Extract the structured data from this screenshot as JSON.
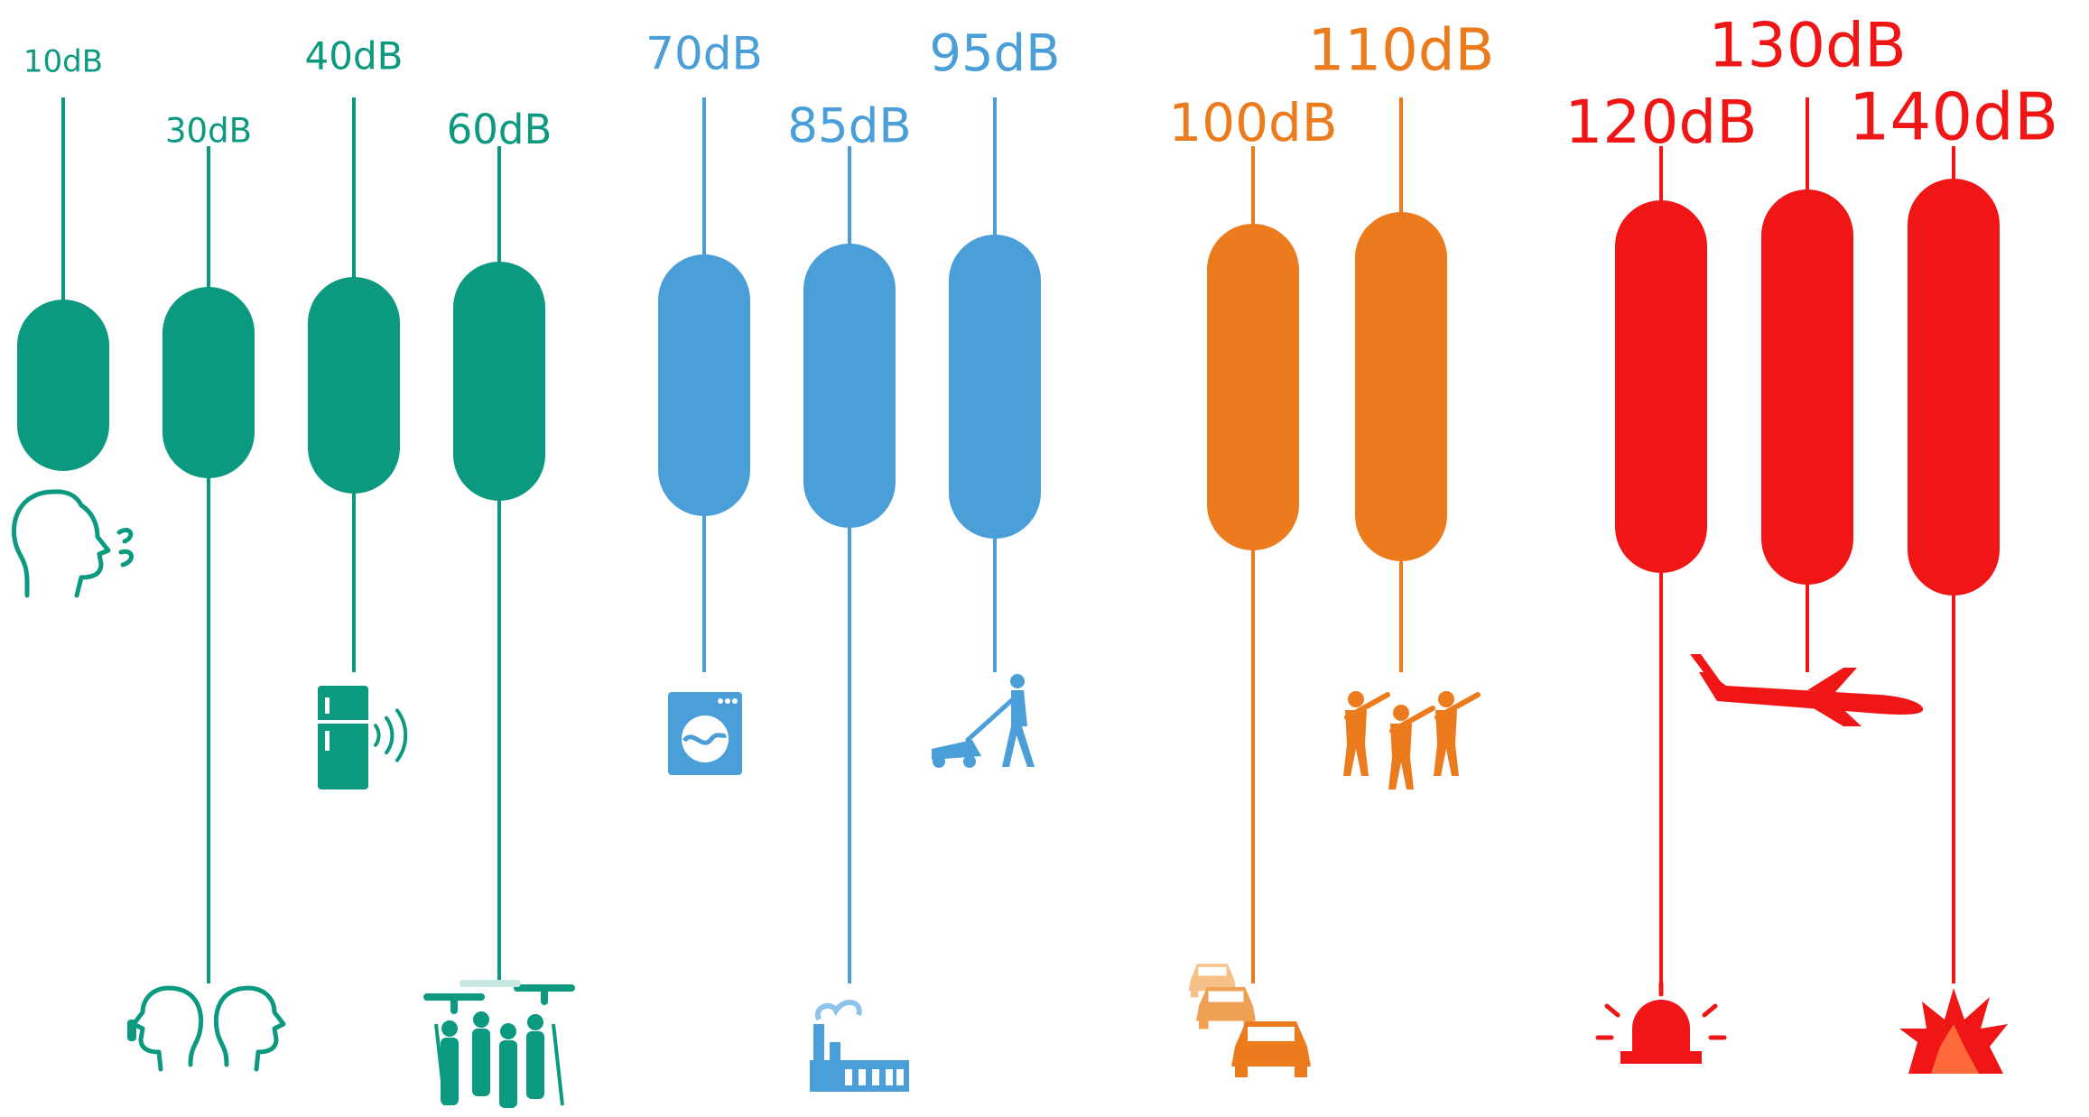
{
  "colors": {
    "quiet": "#0b9980",
    "moderate": "#4b9fd8",
    "loud": "#ec7b1e",
    "danger": "#f01616",
    "background": "#ffffff"
  },
  "levels": [
    {
      "label": "10dB",
      "group": "quiet",
      "icon": "whisper-face-icon"
    },
    {
      "label": "30dB",
      "group": "quiet",
      "icon": "two-faces-talking-icon"
    },
    {
      "label": "40dB",
      "group": "quiet",
      "icon": "refrigerator-hum-icon"
    },
    {
      "label": "60dB",
      "group": "quiet",
      "icon": "crowd-drones-icon"
    },
    {
      "label": "70dB",
      "group": "moderate",
      "icon": "washing-machine-icon"
    },
    {
      "label": "85dB",
      "group": "moderate",
      "icon": "factory-icon"
    },
    {
      "label": "95dB",
      "group": "moderate",
      "icon": "lawn-mower-icon"
    },
    {
      "label": "100dB",
      "group": "loud",
      "icon": "traffic-cars-icon"
    },
    {
      "label": "110dB",
      "group": "loud",
      "icon": "rock-band-icon"
    },
    {
      "label": "120dB",
      "group": "danger",
      "icon": "siren-icon"
    },
    {
      "label": "130dB",
      "group": "danger",
      "icon": "airplane-icon"
    },
    {
      "label": "140dB",
      "group": "danger",
      "icon": "explosion-icon"
    }
  ]
}
